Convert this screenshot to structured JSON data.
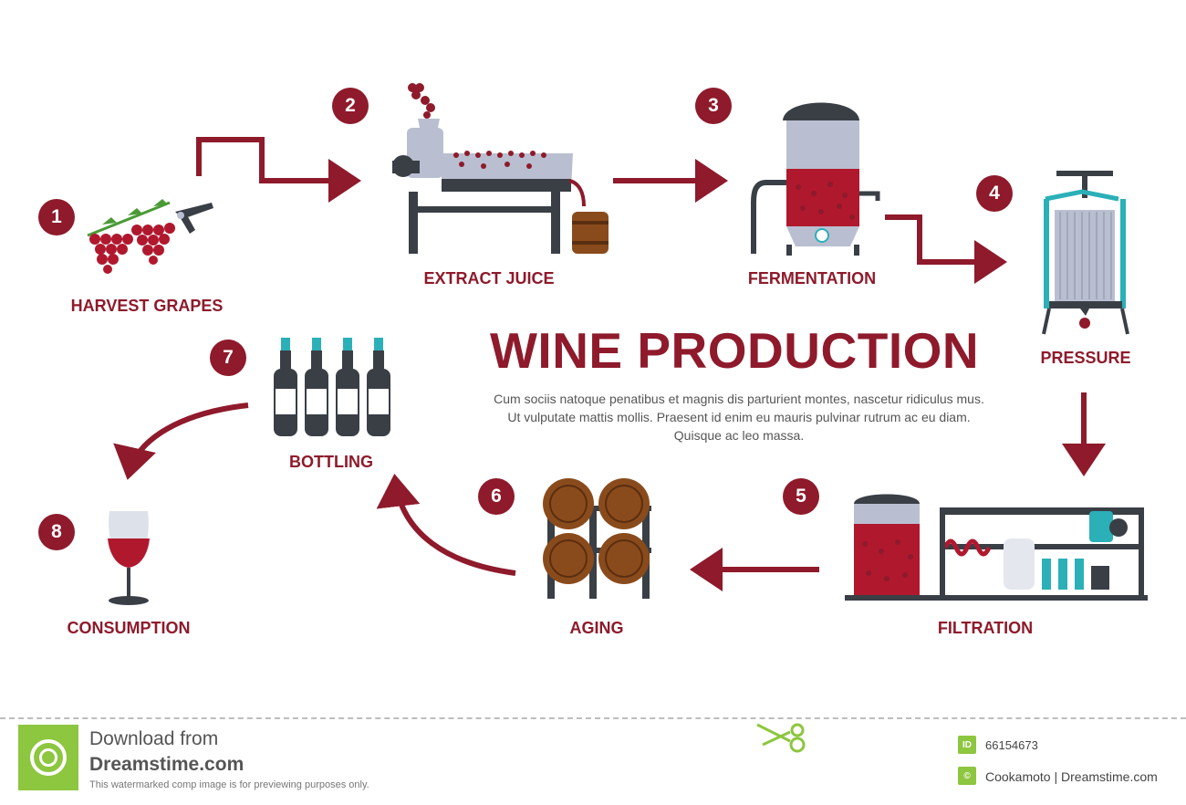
{
  "title": "WINE PRODUCTION",
  "description": "Cum sociis natoque penatibus et magnis dis parturient montes, nascetur ridiculus mus. Ut vulputate mattis mollis. Praesent id enim eu mauris pulvinar rutrum ac eu diam. Quisque ac leo massa.",
  "steps": [
    {
      "number": "1",
      "label": "HARVEST GRAPES"
    },
    {
      "number": "2",
      "label": "EXTRACT JUICE"
    },
    {
      "number": "3",
      "label": "FERMENTATION"
    },
    {
      "number": "4",
      "label": "PRESSURE"
    },
    {
      "number": "5",
      "label": "FILTRATION"
    },
    {
      "number": "6",
      "label": "AGING"
    },
    {
      "number": "7",
      "label": "BOTTLING"
    },
    {
      "number": "8",
      "label": "CONSUMPTION"
    }
  ],
  "colors": {
    "wine": "#8e1a2b",
    "dark": "#3a3f46",
    "steel": "#b9bfd0",
    "wood": "#8a4b1c",
    "teal": "#2bb0b8",
    "watermark_green": "#8dc63f"
  },
  "footer": {
    "download_from": "Download from",
    "site": "Dreamstime.com",
    "note": "This watermarked comp image is for previewing purposes only.",
    "id_badge": "ID",
    "image_id": "66154673",
    "author": "Cookamoto | Dreamstime.com"
  }
}
